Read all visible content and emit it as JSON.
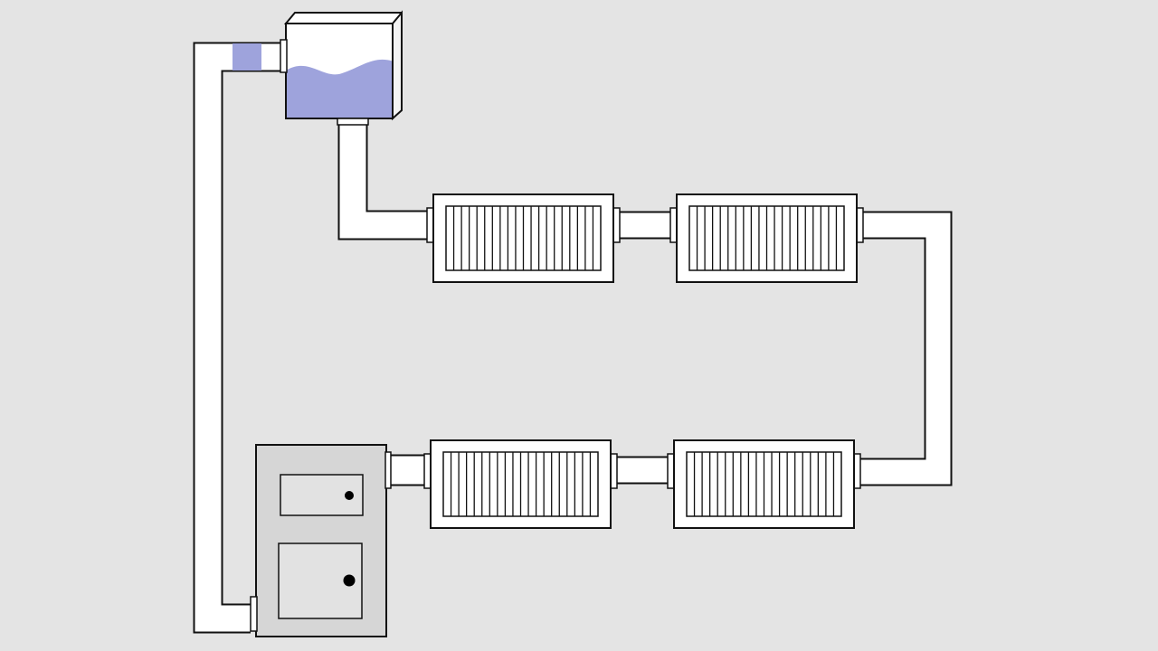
{
  "diagram": {
    "colors": {
      "background": "#e4e4e4",
      "pipe_fill": "#ffffff",
      "stroke": "#111111",
      "water": "#9ea3dc",
      "tank_side": "#f4f4f4",
      "tank_top": "#ffffff",
      "boiler_body": "#d6d6d6",
      "boiler_door": "#e2e2e2",
      "knob": "#000000"
    },
    "components": {
      "expansion_tank": {
        "icon": "expansion-tank-icon",
        "water_level": 0.55
      },
      "boiler": {
        "icon": "boiler-icon",
        "doors": 2
      },
      "radiators": {
        "icon": "radiator-icon",
        "count": 4,
        "fins_each": 20
      },
      "pipes": {
        "icon": "pipe-icon"
      }
    }
  }
}
